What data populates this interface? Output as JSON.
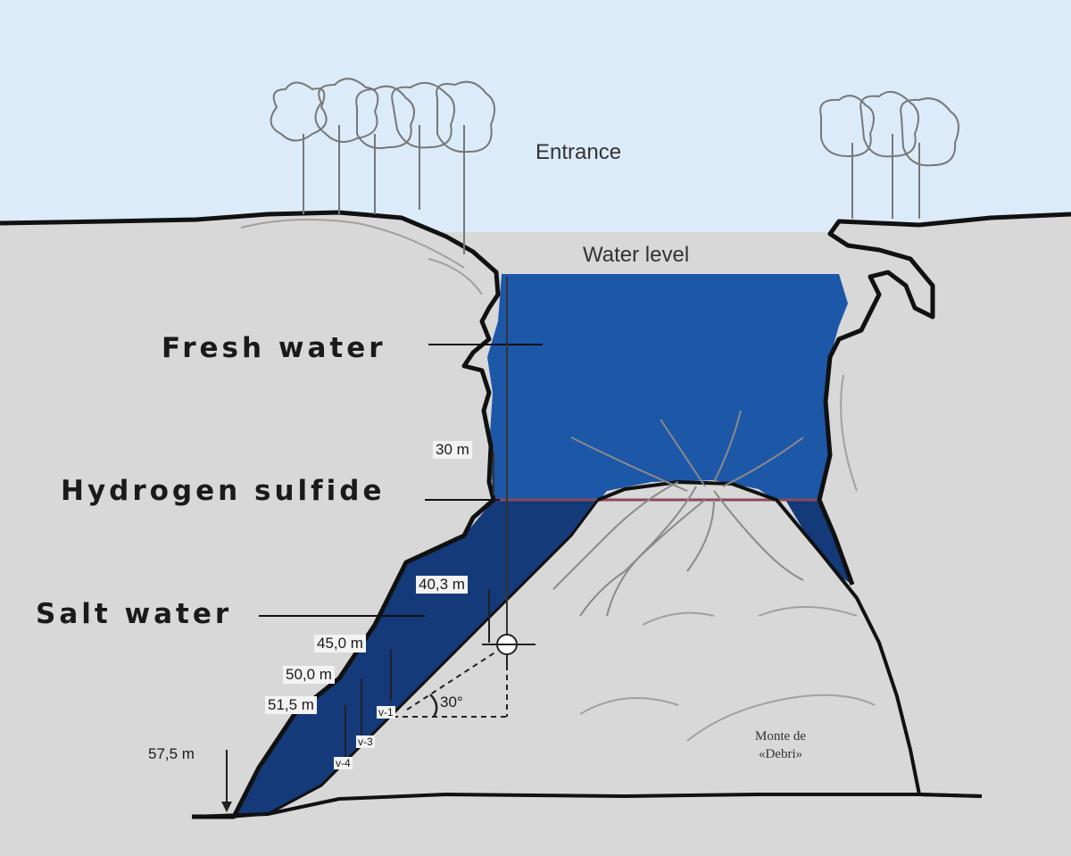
{
  "labels": {
    "entrance": "Entrance",
    "water_level": "Water level",
    "fresh_water": "Fresh water",
    "hydrogen_sulfide": "Hydrogen sulfide",
    "salt_water": "Salt water",
    "depth_30": "30 m",
    "depth_40_3": "40,3 m",
    "depth_45": "45,0 m",
    "depth_50": "50,0 m",
    "depth_51_5": "51,5 m",
    "depth_57_5": "57,5 m",
    "angle": "30°",
    "marker_1": "v-1",
    "marker_3": "v-3",
    "marker_4": "v-4",
    "debris_line1": "Monte de",
    "debris_line2": "«Debri»"
  },
  "colors": {
    "sky": "#dcebf9",
    "rock": "#d8d8d8",
    "fresh_water": "#1d57a8",
    "salt_water": "#143a7a",
    "outline": "#111111",
    "sulfide_line": "#8a4a5a"
  }
}
